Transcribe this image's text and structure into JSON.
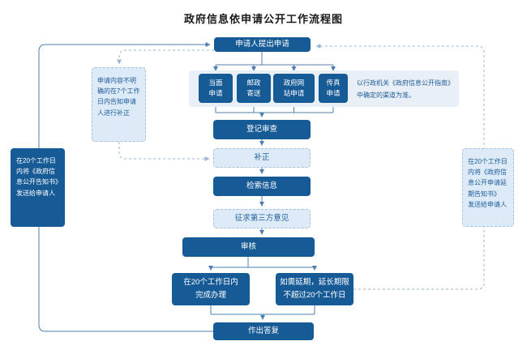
{
  "title": "政府信息依申请公开工作流程图",
  "colors": {
    "node_dark": "#165a96",
    "node_light_fill": "#ddeaf7",
    "node_light_border": "#a5c3e0",
    "channel_container": "#e9eff6",
    "line_solid": "#4f7fb0",
    "line_dashed": "#9bb6d0",
    "note_text": "#1e5c9a",
    "title_text": "#1a1a1a"
  },
  "nodes": {
    "apply": "申请人提出申请",
    "channels": [
      "当面\n申请",
      "邮政\n寄送",
      "政府网\n站申请",
      "传真\n申请"
    ],
    "channel_note": "以行政机关《政府信息公开指南》中确定的渠道为准。",
    "register": "登记审查",
    "supplement": "补正",
    "search": "检索信息",
    "third_party": "征求第三方意见",
    "audit": "审核",
    "within20": "在20个工作日内\n完成办理",
    "extend": "如需延期，延长期限\n不超过20个工作日",
    "reply": "作出答复",
    "left_note": "申请内容不明确的在7个工作日内告知申请人进行补正",
    "left_send": "在20个工作日内将《政府信息公开告知书》发送给申请人",
    "right_send": "在20个工作日内将《政府信息公开申请延期告知书》 发送给申请人"
  }
}
